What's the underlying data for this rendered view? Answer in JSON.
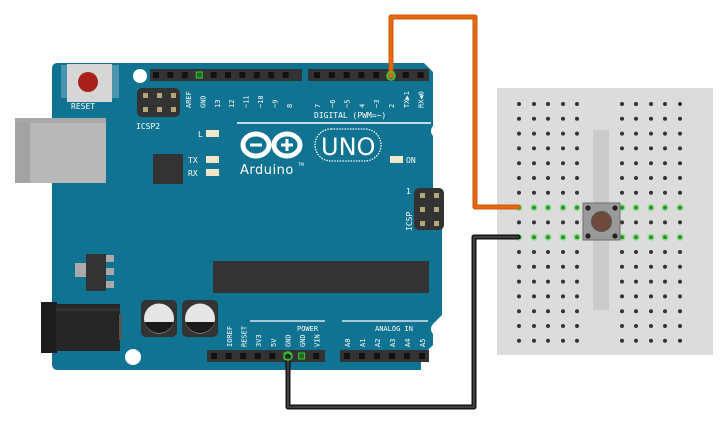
{
  "board": {
    "name": "Arduino UNO",
    "logo_text": "Arduino",
    "trademark": "TM",
    "model": "UNO",
    "colors": {
      "pcb": "#0f7391",
      "header": "#333333",
      "wire_signal": "#e8670f",
      "wire_ground": "#222222",
      "active_pin": "#3ec43e",
      "reset_button": "#a8201a"
    },
    "reset_label": "RESET",
    "icsp2_label": "ICSP2",
    "icsp_label": "ICSP",
    "icsp_pin1": "1",
    "led_labels": {
      "l": "L",
      "tx": "TX",
      "rx": "RX",
      "on": "ON"
    },
    "digital_section_label": "DIGITAL (PWM=~)",
    "digital_high_pins": [
      "AREF",
      "GND",
      "13",
      "12",
      "~11",
      "~10",
      "~9",
      "8"
    ],
    "digital_low_pins": [
      "7",
      "~6",
      "~5",
      "4",
      "~3",
      "2",
      "TX▶1",
      "RX◀0"
    ],
    "power_section_label": "POWER",
    "power_pins": [
      "IOREF",
      "RESET",
      "3V3",
      "5V",
      "GND",
      "GND",
      "VIN"
    ],
    "analog_section_label": "ANALOG IN",
    "analog_pins": [
      "A0",
      "A1",
      "A2",
      "A3",
      "A4",
      "A5"
    ]
  },
  "breadboard": {
    "name": "Half breadboard",
    "rows": 17,
    "columns_per_side": 5,
    "active_rows": [
      8,
      10
    ]
  },
  "pushbutton": {
    "name": "Tactile push button"
  },
  "wires": [
    {
      "name": "signal-wire",
      "from": "Digital pin 2",
      "to": "Breadboard row 8",
      "color": "orange"
    },
    {
      "name": "ground-wire",
      "from": "GND",
      "to": "Breadboard row 10",
      "color": "black"
    }
  ]
}
